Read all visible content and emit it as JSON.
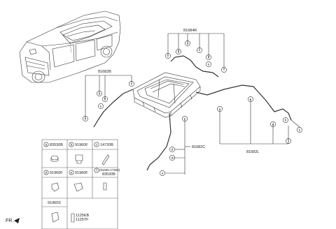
{
  "diagram": {
    "parts_main": {
      "rear_right": "81684R",
      "front_left": "81682B",
      "front_right": "81682C",
      "rear_left": "81682L"
    },
    "callout_letters": [
      "a",
      "b",
      "c",
      "d",
      "e",
      "f"
    ],
    "legend": [
      {
        "letter": "a",
        "part": "83530B"
      },
      {
        "letter": "b",
        "part": "91960F"
      },
      {
        "letter": "c",
        "part": "14720B"
      },
      {
        "letter": "d",
        "part": "91960F"
      },
      {
        "letter": "e",
        "part": "91960F"
      },
      {
        "letter": "f",
        "part_line1": "(81696-A7500)",
        "part_line2": "83530B"
      }
    ],
    "legend_extra": {
      "clip_part": "91960S",
      "bolt_part_1": "1125KB",
      "bolt_part_2": "1125TF"
    },
    "front_marker": "FR."
  }
}
